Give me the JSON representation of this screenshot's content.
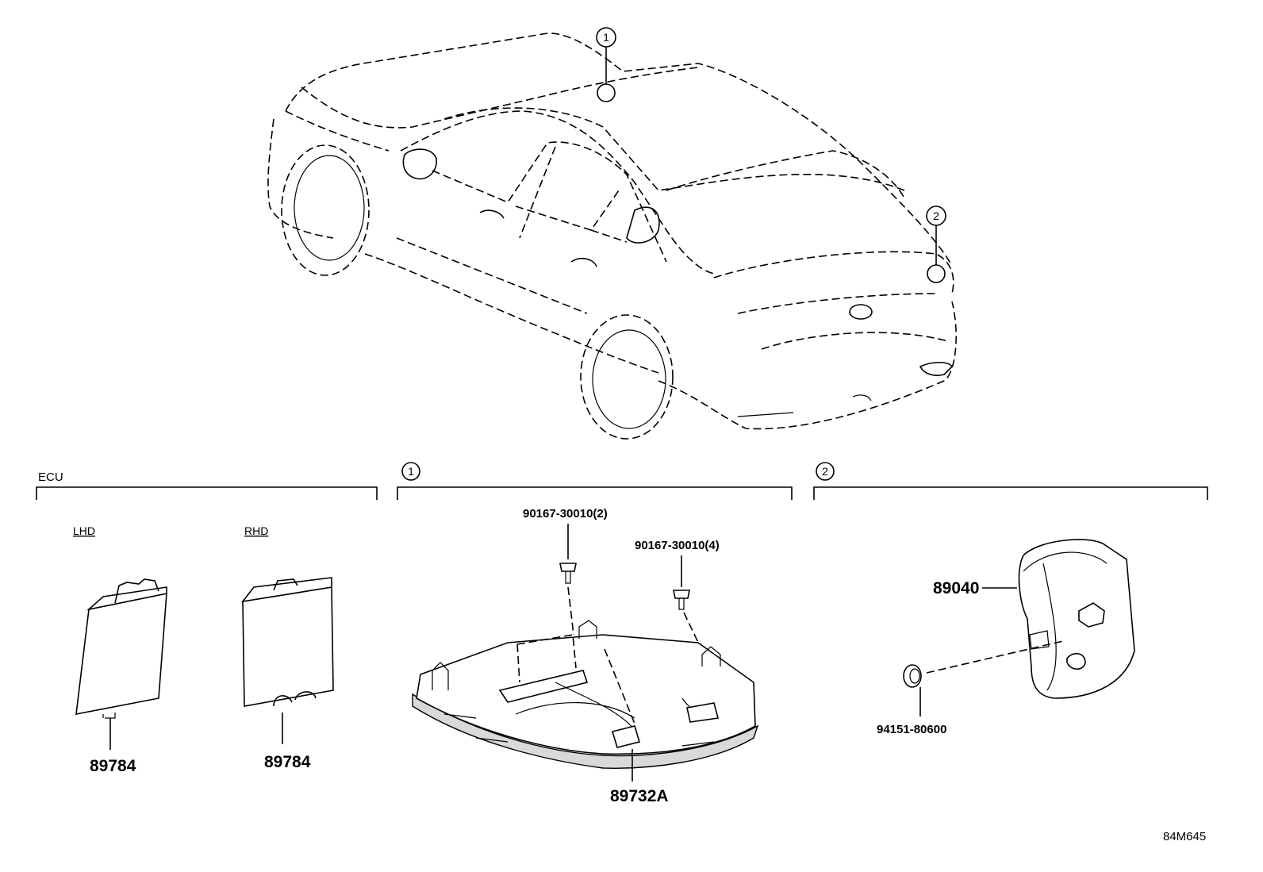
{
  "sections": {
    "ecu": {
      "label": "ECU",
      "lhd_label": "LHD",
      "rhd_label": "RHD"
    },
    "one": {
      "marker": "1"
    },
    "two": {
      "marker": "2"
    }
  },
  "car_callouts": [
    "1",
    "2"
  ],
  "parts": {
    "ecu_lhd": "89784",
    "ecu_rhd": "89784",
    "console_screw_a": "90167-30010(2)",
    "console_screw_b": "90167-30010(4)",
    "roof_console": "89732A",
    "sensor": "89040",
    "grommet": "94151-80600"
  },
  "diagram_code": "84M645"
}
